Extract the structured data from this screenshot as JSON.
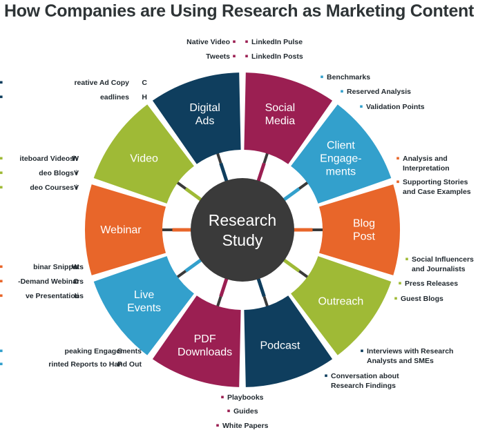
{
  "title": "How Companies are Using Research as Marketing Content",
  "center": {
    "lines": [
      "Research",
      "Study"
    ],
    "color": "#3a3a3a"
  },
  "colors": {
    "maroon": "#9b1f52",
    "blue": "#33a0cc",
    "orange": "#e8662a",
    "green": "#9fba36",
    "navy": "#0f3e5e"
  },
  "segments": [
    {
      "id": "social-media",
      "lines": [
        "Social",
        "Media"
      ],
      "color": "#9b1f52"
    },
    {
      "id": "client-engagements",
      "lines": [
        "Client",
        "Engage-",
        "ments"
      ],
      "color": "#33a0cc"
    },
    {
      "id": "blog-post",
      "lines": [
        "Blog",
        "Post"
      ],
      "color": "#e8662a"
    },
    {
      "id": "outreach",
      "lines": [
        "Outreach"
      ],
      "color": "#9fba36"
    },
    {
      "id": "podcast",
      "lines": [
        "Podcast"
      ],
      "color": "#0f3e5e"
    },
    {
      "id": "pdf-downloads",
      "lines": [
        "PDF",
        "Downloads"
      ],
      "color": "#9b1f52"
    },
    {
      "id": "live-events",
      "lines": [
        "Live",
        "Events"
      ],
      "color": "#33a0cc"
    },
    {
      "id": "webinar",
      "lines": [
        "Webinar"
      ],
      "color": "#e8662a"
    },
    {
      "id": "video",
      "lines": [
        "Video"
      ],
      "color": "#9fba36"
    },
    {
      "id": "digital-ads",
      "lines": [
        "Digital",
        "Ads"
      ],
      "color": "#0f3e5e"
    }
  ],
  "items": {
    "social_media_left": [
      "Native Video",
      "Tweets"
    ],
    "social_media_right": [
      "LinkedIn Pulse",
      "LinkedIn Posts"
    ],
    "client_engagements": [
      "Benchmarks",
      "Reserved Analysis",
      "Validation Points"
    ],
    "blog_post": [
      [
        "Analysis and",
        "Interpretation"
      ],
      [
        "Supporting Stories",
        "and Case Examples"
      ]
    ],
    "outreach": [
      [
        "Social Influencers",
        "and Journalists"
      ],
      [
        "Press Releases"
      ],
      [
        "Guest Blogs"
      ]
    ],
    "podcast": [
      [
        "Interviews with Research",
        "Analysts and SMEs"
      ],
      [
        "Conversation about",
        "Research Findings"
      ]
    ],
    "pdf_downloads": [
      "Playbooks",
      "Guides",
      "White Papers"
    ],
    "live_events": [
      "Speaking Engagements",
      "Printed Reports to Hand Out"
    ],
    "webinar": [
      "Webinar Snippets",
      "On-Demand Webinars",
      "Live Presentations"
    ],
    "video": [
      "Whiteboard Videos",
      "Video Blogs",
      "Video Courses"
    ],
    "digital_ads": [
      "Creative Ad Copy",
      "Headlines"
    ]
  }
}
